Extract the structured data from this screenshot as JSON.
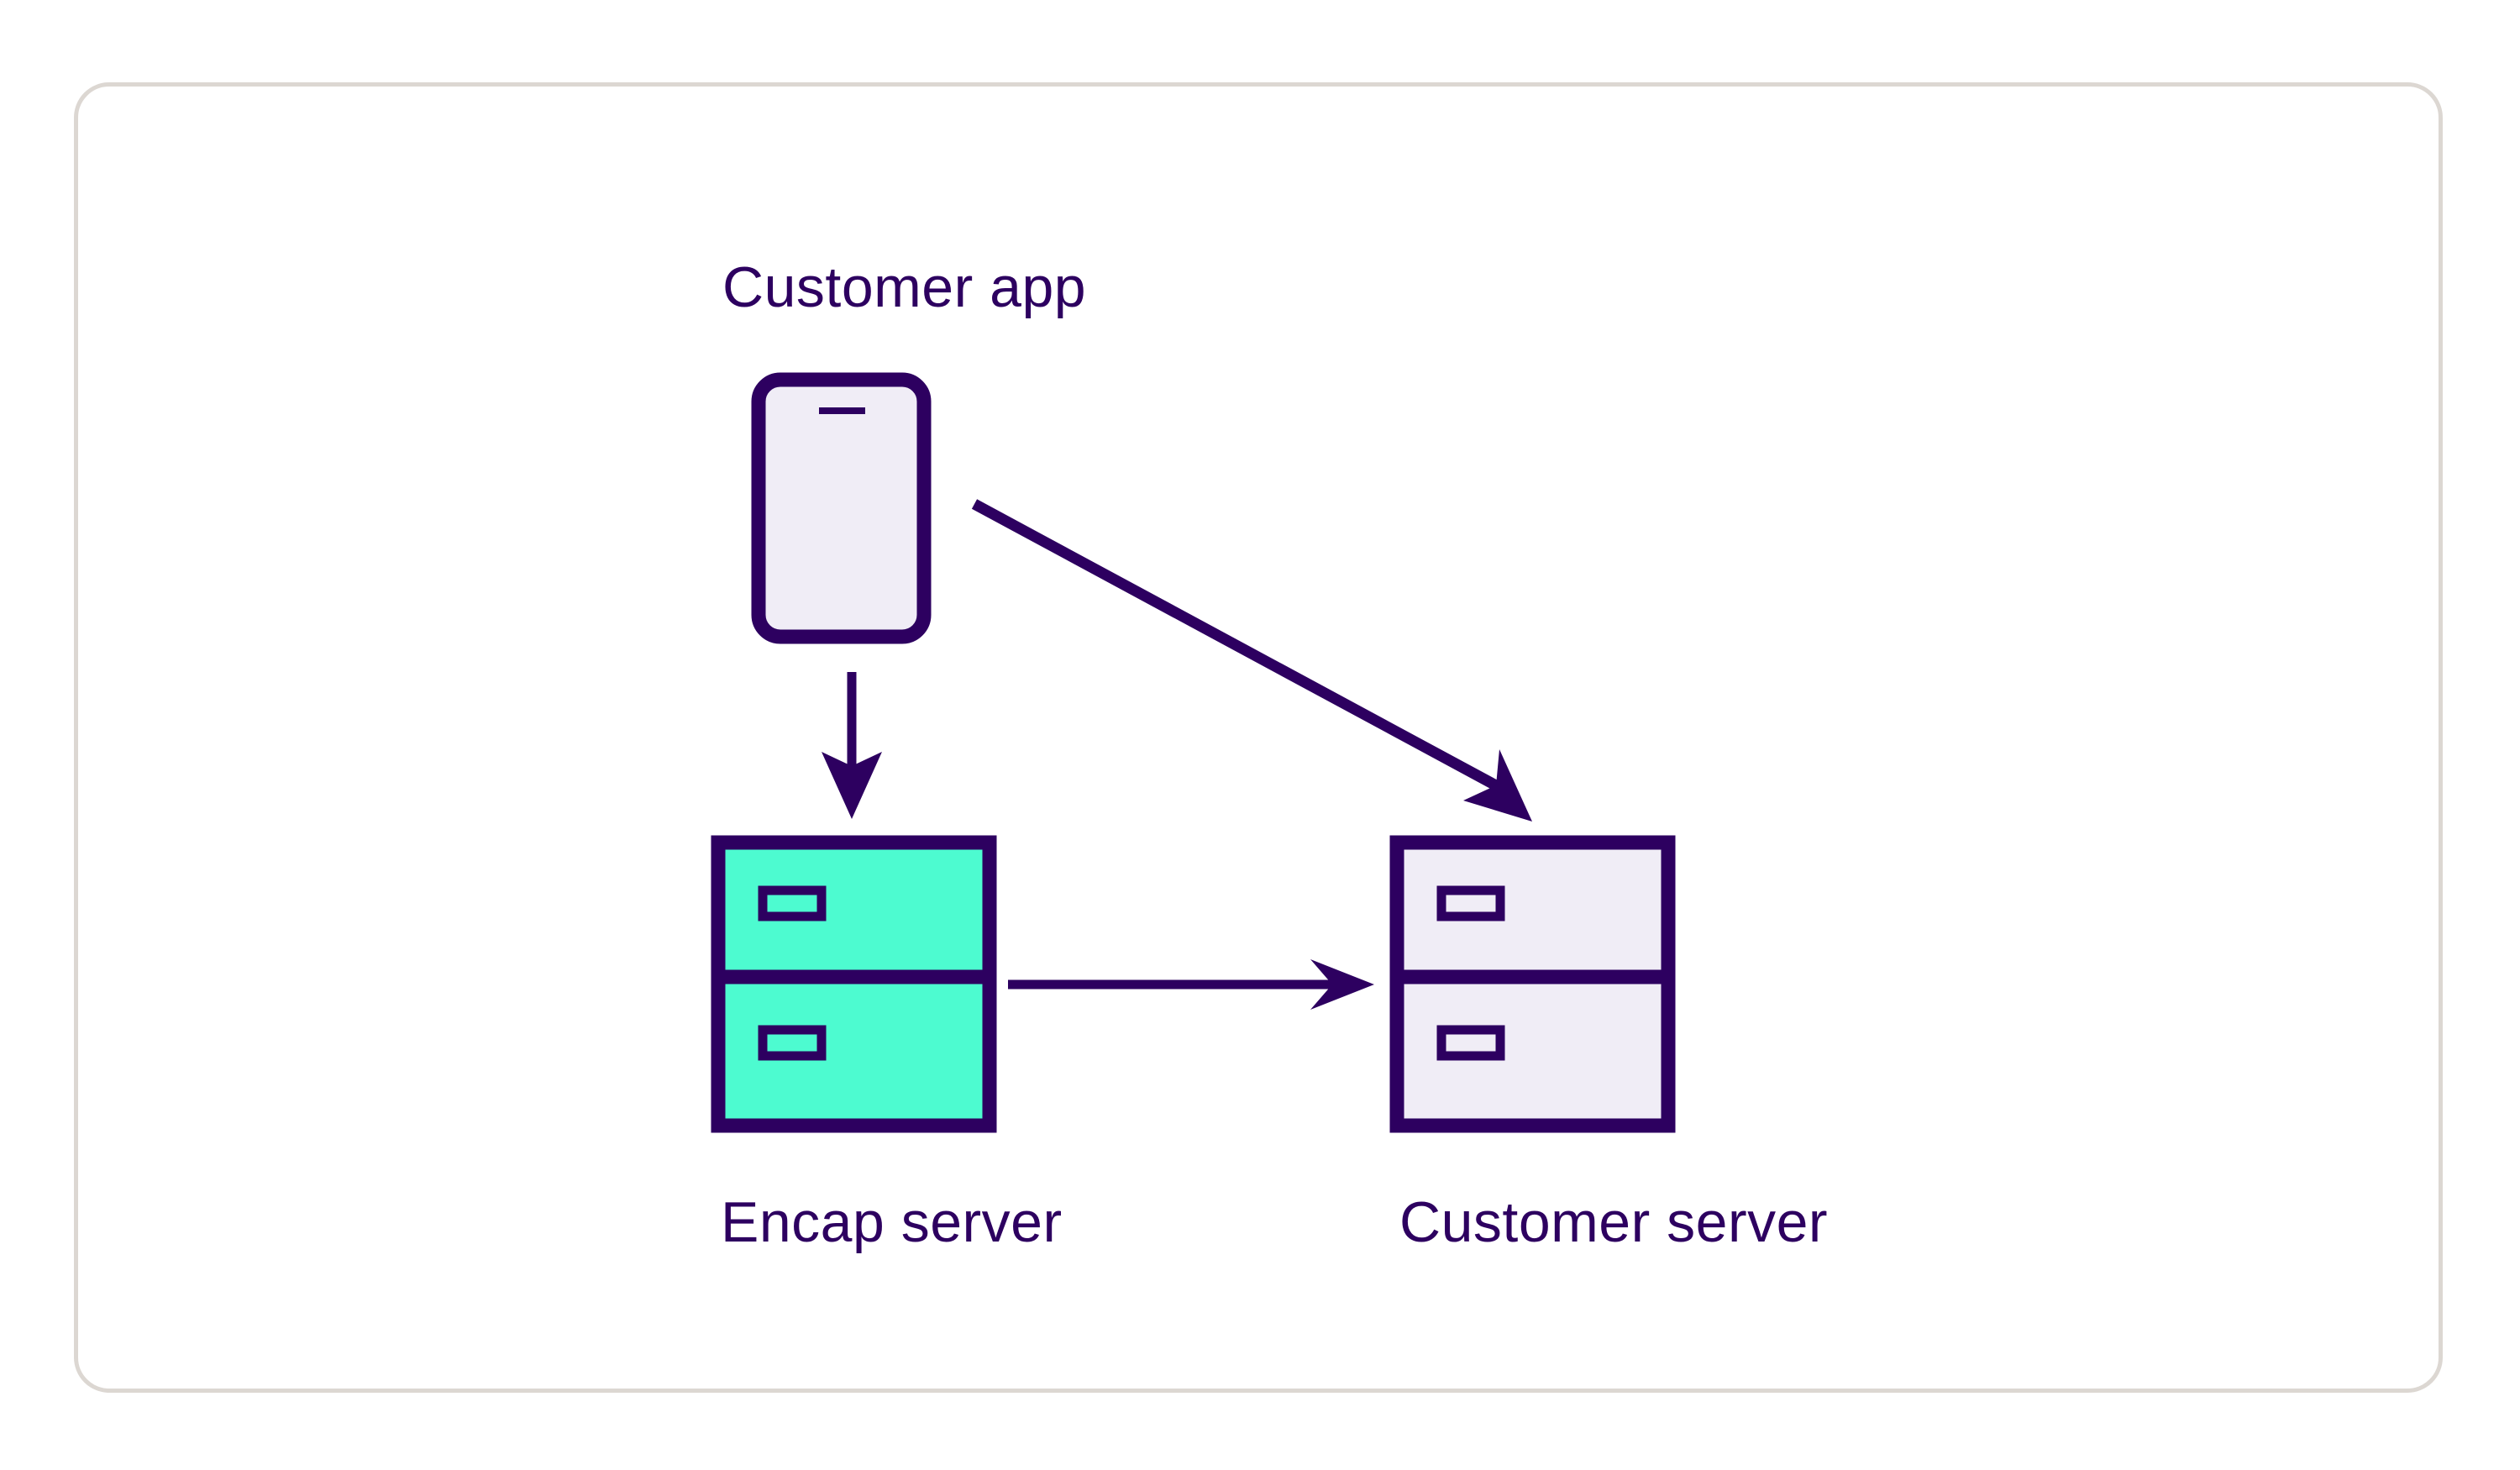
{
  "diagram": {
    "type": "architecture-flow",
    "title_visible": false,
    "card": {
      "border_color": "#dcd7d2",
      "background": "#ffffff",
      "corner_radius": 42
    },
    "palette": {
      "stroke": "#2d0060",
      "accent_mint": "#4dfbd0",
      "fill_lavender": "#f0edf6",
      "card_border": "#dcd7d2",
      "page_background": "#ffffff",
      "label_text": "#2d0060"
    },
    "nodes": [
      {
        "id": "customer-app",
        "label": "Customer app",
        "icon": "mobile-phone-icon",
        "label_position": "above",
        "fill": "#f0edf6",
        "stroke": "#2d0060"
      },
      {
        "id": "encap-server",
        "label": "Encap server",
        "icon": "server-rack-icon",
        "label_position": "below",
        "fill": "#4dfbd0",
        "stroke": "#2d0060"
      },
      {
        "id": "customer-server",
        "label": "Customer server",
        "icon": "server-rack-icon",
        "label_position": "below",
        "fill": "#f0edf6",
        "stroke": "#2d0060"
      }
    ],
    "edges": [
      {
        "id": "app-to-encap",
        "from": "customer-app",
        "to": "encap-server",
        "direction": "down",
        "arrowhead": "solid-concave",
        "label": "",
        "color": "#2d0060"
      },
      {
        "id": "app-to-customer-server",
        "from": "customer-app",
        "to": "customer-server",
        "direction": "diagonal-down-right",
        "arrowhead": "solid-concave",
        "label": "",
        "color": "#2d0060"
      },
      {
        "id": "encap-to-customer-server",
        "from": "encap-server",
        "to": "customer-server",
        "direction": "right",
        "arrowhead": "solid-concave",
        "label": "",
        "color": "#2d0060"
      }
    ]
  }
}
